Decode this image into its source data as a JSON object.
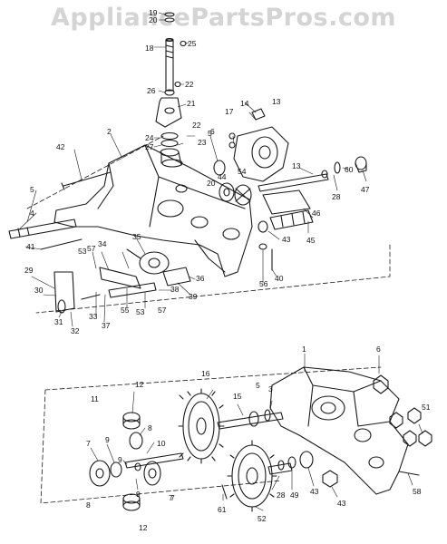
{
  "watermark": "AppliancePartsPros.com",
  "colors": {
    "ink": "#1a1a1a",
    "watermark": "#d4d4d4",
    "background": "#ffffff"
  },
  "callouts_upper": [
    "19",
    "20",
    "25",
    "18",
    "22",
    "26",
    "21",
    "13",
    "14",
    "17",
    "6",
    "22",
    "24",
    "27",
    "23",
    "5",
    "44",
    "54",
    "13",
    "42",
    "2",
    "20",
    "60",
    "47",
    "28",
    "46",
    "5",
    "4",
    "43",
    "41",
    "45",
    "35",
    "34",
    "53",
    "57",
    "29",
    "30",
    "56",
    "40",
    "36",
    "39",
    "38",
    "55",
    "33",
    "37",
    "53",
    "57",
    "31",
    "32"
  ],
  "callouts_lower": [
    "1",
    "6",
    "16",
    "12",
    "11",
    "8",
    "10",
    "15",
    "5",
    "3",
    "51",
    "7",
    "9",
    "7",
    "9",
    "9",
    "61",
    "8",
    "12",
    "28",
    "49",
    "43",
    "58",
    "43",
    "52",
    "7"
  ]
}
